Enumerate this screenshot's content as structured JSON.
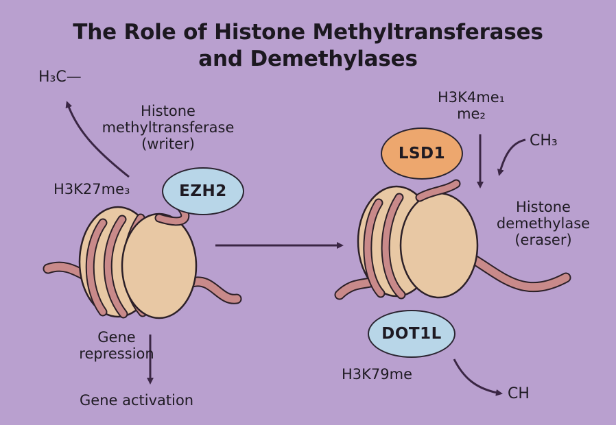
{
  "title": {
    "line1": "The Role of Histone Methyltransferases",
    "line2": "and Demethylases"
  },
  "left": {
    "methyl_label": "H₃C—",
    "writer": {
      "line1": "Histone",
      "line2": "methyltransferase",
      "line3": "(writer)"
    },
    "mark_label": "H3K27me₃",
    "enzyme": "EZH2",
    "outcome_top": {
      "line1": "Gene",
      "line2": "repression"
    },
    "outcome_bottom": "Gene activation"
  },
  "right": {
    "enzyme_top": "LSD1",
    "marks": {
      "line1": "H3K4me₁",
      "line2": "me₂"
    },
    "ch3_label": "CH₃",
    "eraser": {
      "line1": "Histone",
      "line2": "demethylase",
      "line3": "(eraser)"
    },
    "enzyme_bottom": "DOT1L",
    "mark_bottom": "H3K79me",
    "product_label": "CH"
  },
  "colors": {
    "background": "#b9a0cf",
    "nucleosome": "#e8c8a4",
    "dna": "#c98a8a",
    "ezh2": "#b8d6e8",
    "lsd1": "#eda76e",
    "dot1l": "#b8d6e8",
    "arrow": "#3a2644"
  },
  "icons": [
    "nucleosome-icon",
    "nucleosome-icon",
    "arrow-icon"
  ]
}
